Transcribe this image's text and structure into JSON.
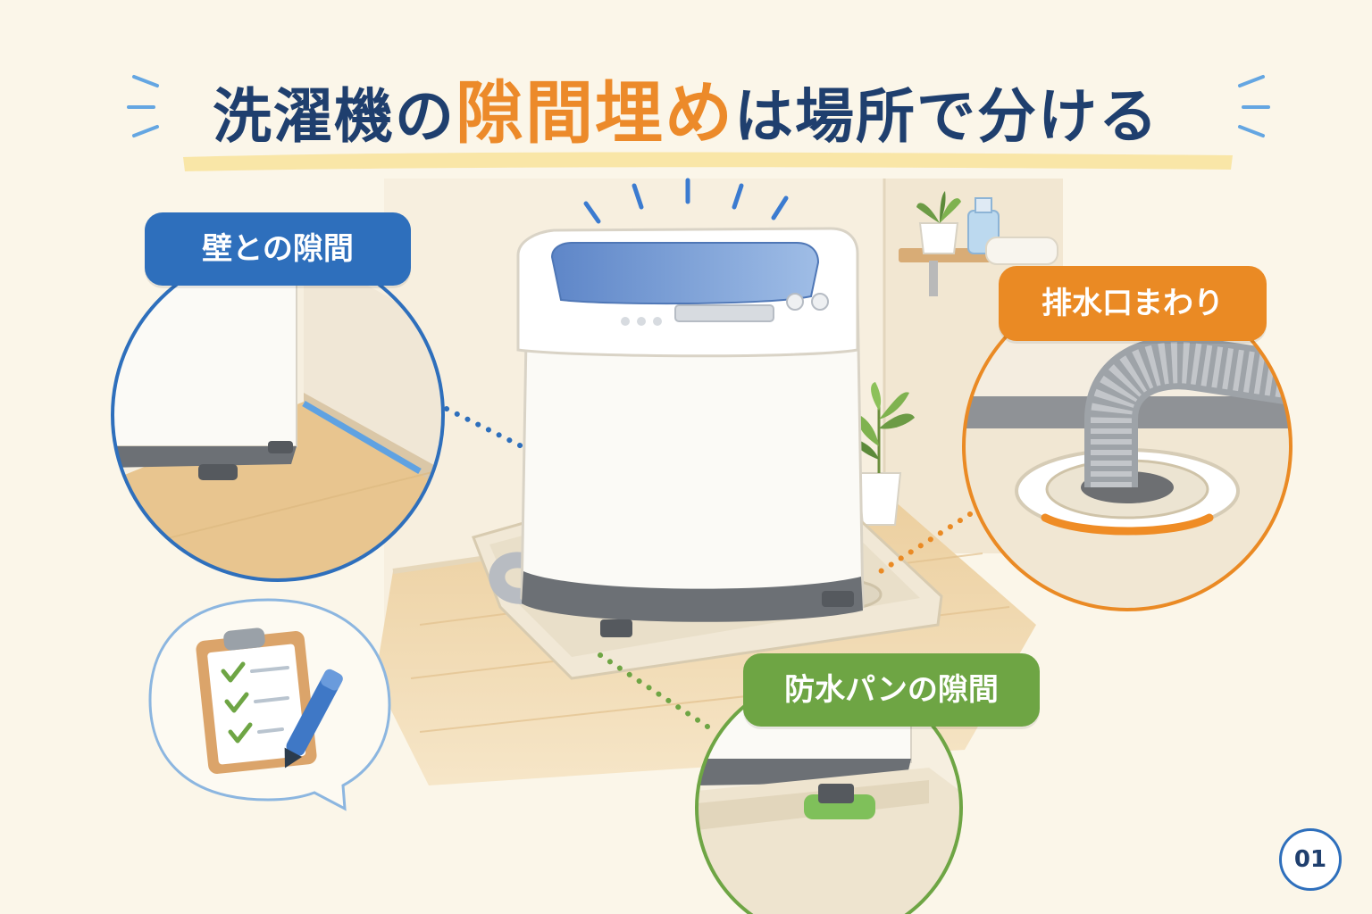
{
  "title": {
    "before": "洗濯機の",
    "accent": "隙間埋め",
    "after": "は場所で分ける"
  },
  "callouts": {
    "wall_gap": "壁との隙間",
    "drain_area": "排水口まわり",
    "pan_gap": "防水パンの隙間"
  },
  "page_number": "01",
  "colors": {
    "title_navy": "#1f3f6e",
    "title_accent_orange": "#ec8a2a",
    "wall_blue": "#2e6fbc",
    "drain_orange": "#ea8a24",
    "pan_green": "#6ea544",
    "background_cream": "#fbf6e9"
  },
  "icons": [
    "clipboard-checklist-icon",
    "pen-icon",
    "checkmark-icon",
    "sparkle-lines-icon"
  ]
}
